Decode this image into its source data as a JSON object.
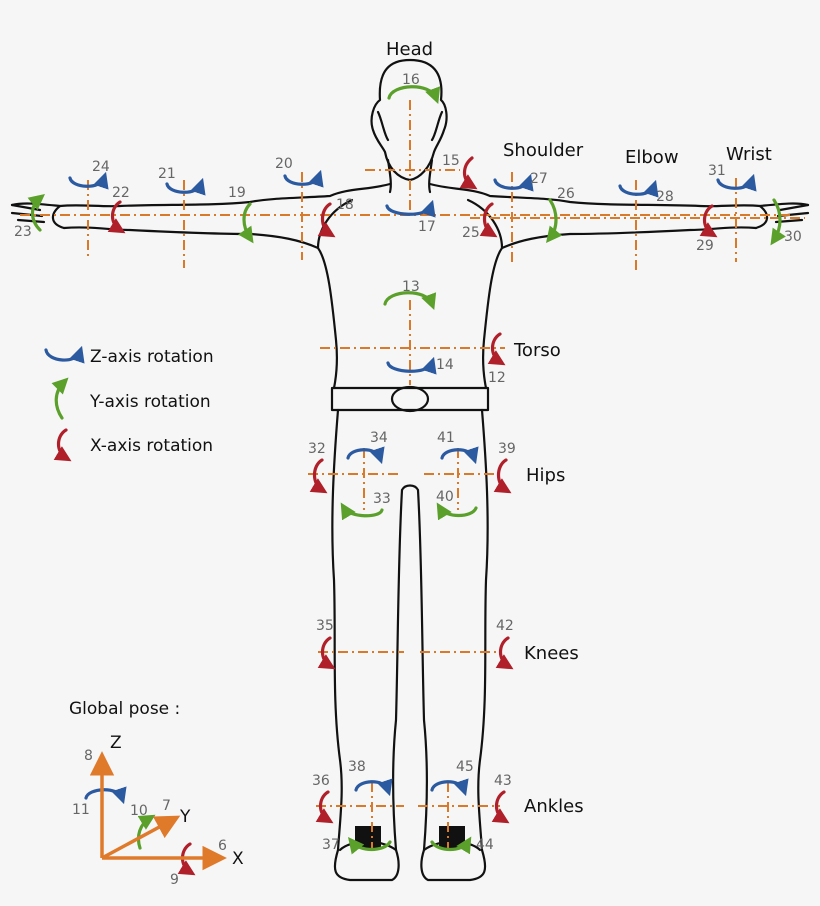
{
  "colors": {
    "z_axis": "#2b5aa0",
    "y_axis": "#5aa02b",
    "x_axis": "#b0202a",
    "joint_line": "#d97a2b",
    "global_axis": "#e07a2b"
  },
  "region_labels": {
    "head": "Head",
    "shoulder": "Shoulder",
    "elbow": "Elbow",
    "wrist": "Wrist",
    "torso": "Torso",
    "hips": "Hips",
    "knees": "Knees",
    "ankles": "Ankles"
  },
  "legend": {
    "z": "Z-axis rotation",
    "y": "Y-axis rotation",
    "x": "X-axis rotation"
  },
  "global_pose": {
    "title": "Global pose :",
    "axis_z": "Z",
    "axis_y": "Y",
    "axis_x": "X",
    "n6": "6",
    "n7": "7",
    "n8": "8",
    "n9": "9",
    "n10": "10",
    "n11": "11"
  },
  "joint_numbers": {
    "n12": "12",
    "n13": "13",
    "n14": "14",
    "n15": "15",
    "n16": "16",
    "n17": "17",
    "n18": "18",
    "n19": "19",
    "n20": "20",
    "n21": "21",
    "n22": "22",
    "n23": "23",
    "n24": "24",
    "n25": "25",
    "n26": "26",
    "n27": "27",
    "n28": "28",
    "n29": "29",
    "n30": "30",
    "n31": "31",
    "n32": "32",
    "n33": "33",
    "n34": "34",
    "n35": "35",
    "n36": "36",
    "n37": "37",
    "n38": "38",
    "n39": "39",
    "n40": "40",
    "n41": "41",
    "n42": "42",
    "n43": "43",
    "n44": "44",
    "n45": "45"
  }
}
